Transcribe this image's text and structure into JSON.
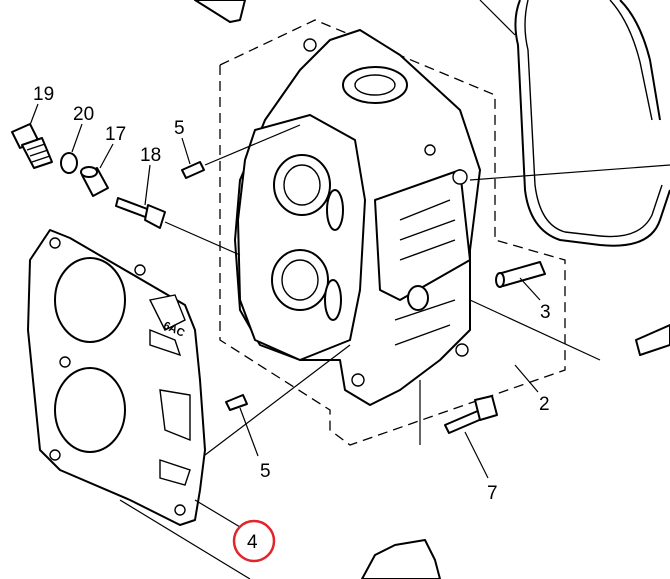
{
  "diagram": {
    "callouts": [
      {
        "id": "19",
        "label": "19"
      },
      {
        "id": "20",
        "label": "20"
      },
      {
        "id": "17",
        "label": "17"
      },
      {
        "id": "18",
        "label": "18"
      },
      {
        "id": "5a",
        "label": "5"
      },
      {
        "id": "5b",
        "label": "5"
      },
      {
        "id": "3",
        "label": "3"
      },
      {
        "id": "2",
        "label": "2"
      },
      {
        "id": "7",
        "label": "7"
      },
      {
        "id": "4",
        "label": "4"
      }
    ],
    "gasket_marking": "6AC",
    "highlight_color": "#e0252b",
    "highlighted_callout": "4"
  }
}
